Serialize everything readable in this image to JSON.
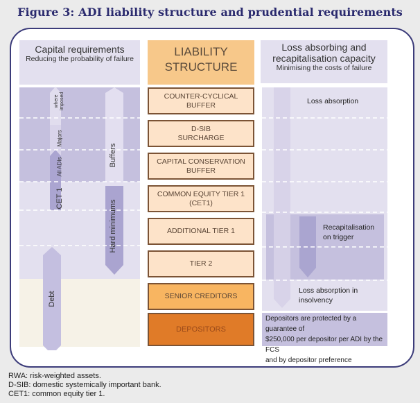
{
  "title": "Figure 3: ADI liability structure and prudential requirements",
  "headers": {
    "left": {
      "title": "Capital requirements",
      "subtitle": "Reducing the probability of failure"
    },
    "middle": {
      "line1": "LIABILITY",
      "line2": "STRUCTURE"
    },
    "right": {
      "line1": "Loss absorbing and",
      "line2": "recapitalisation capacity",
      "subtitle": "Minimising the costs of failure"
    }
  },
  "left_arrows": {
    "where_imposed_line1": "where",
    "where_imposed_line2": "imposed",
    "majors": "Majors",
    "all_adis": "All ADIs",
    "cet1": "CET 1",
    "buffers": "Buffers",
    "hard_minimums": "Hard minimums",
    "debt": "Debt"
  },
  "liability_boxes": [
    {
      "line1": "COUNTER-CYCLICAL",
      "line2": "BUFFER"
    },
    {
      "line1": "D-SIB",
      "line2": "SURCHARGE"
    },
    {
      "line1": "CAPITAL CONSERVATION",
      "line2": "BUFFER"
    },
    {
      "line1": "COMMON EQUITY TIER 1",
      "line2": "(CET1)"
    },
    {
      "line1": "ADDITIONAL TIER 1",
      "line2": ""
    },
    {
      "line1": "TIER 2",
      "line2": ""
    },
    {
      "line1": "SENIOR CREDITORS",
      "line2": ""
    },
    {
      "line1": "DEPOSITORS",
      "line2": ""
    }
  ],
  "right_panel": {
    "loss_absorption": "Loss absorption",
    "recap_line1": "Recapitalisation",
    "recap_line2": "on trigger",
    "insolvency_line1": "Loss absorption in",
    "insolvency_line2": "insolvency",
    "depositors_line1": "Depositors are protected by a guarantee of",
    "depositors_line2": "$250,000 per depositor per ADI by the FCS",
    "depositors_line3": "and by depositor preference"
  },
  "footnotes": [
    "RWA: risk-weighted assets.",
    "D-SIB: domestic systemically important bank.",
    "CET1: common equity tier 1."
  ],
  "colors": {
    "title": "#2a2a6e",
    "frame": "#3c3c7a",
    "lavender_light": "#e3e0ef",
    "lavender_mid": "#c5c0de",
    "lavender_dark": "#aaa5d0",
    "tier_fill": "#fde3c9",
    "senior_fill": "#f8b561",
    "depositors_fill": "#e07b28",
    "debt_zone": "#f6f2e7"
  }
}
